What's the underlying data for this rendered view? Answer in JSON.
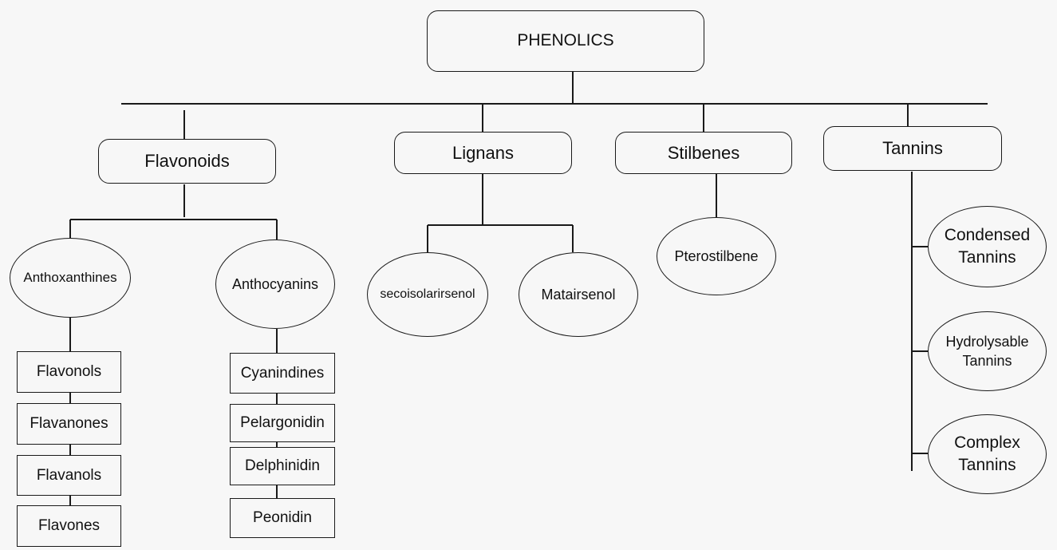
{
  "root": "PHENOLICS",
  "categories": {
    "flavonoids": "Flavonoids",
    "lignans": "Lignans",
    "stilbenes": "Stilbenes",
    "tannins": "Tannins"
  },
  "flavonoids": {
    "anthoxanthines": {
      "label": "Anthoxanthines",
      "items": [
        "Flavonols",
        "Flavanones",
        "Flavanols",
        "Flavones"
      ]
    },
    "anthocyanins": {
      "label": "Anthocyanins",
      "items": [
        "Cyanindines",
        "Pelargonidin",
        "Delphinidin",
        "Peonidin"
      ]
    }
  },
  "lignans": [
    "secoisolarirsenol",
    "Matairsenol"
  ],
  "stilbenes": [
    "Pterostilbene"
  ],
  "tannins": [
    [
      "Condensed",
      "Tannins"
    ],
    [
      "Hydrolysable",
      "Tannins"
    ],
    [
      "Complex",
      "Tannins"
    ]
  ]
}
